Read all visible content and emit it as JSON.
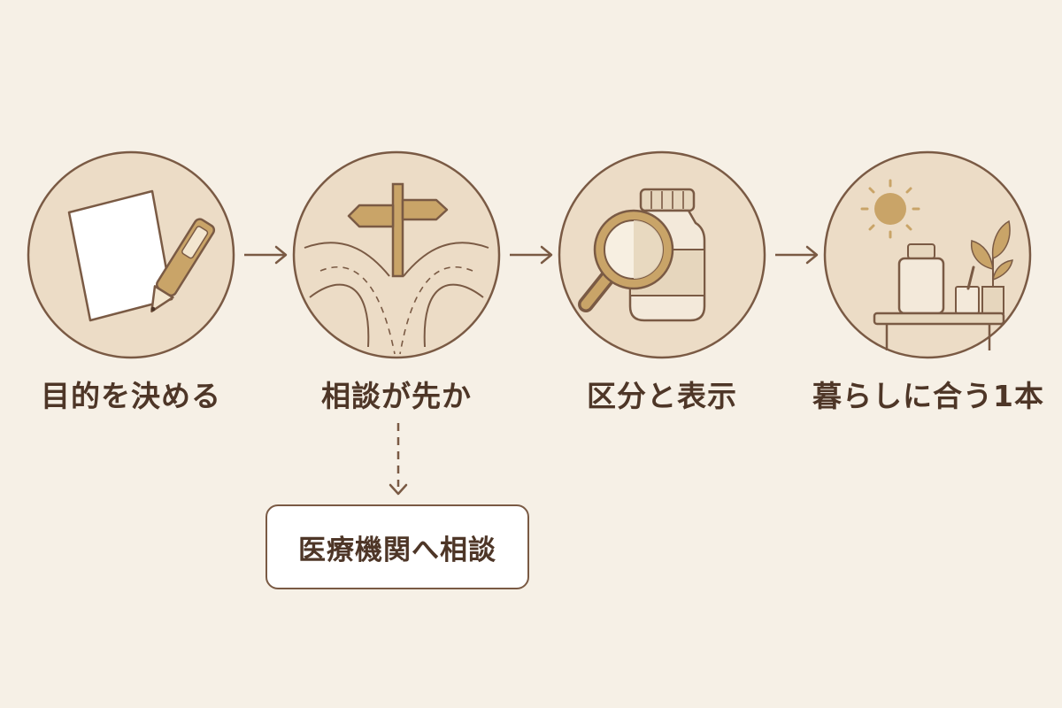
{
  "steps": [
    {
      "label": "目的を決める",
      "icon": "notepad-pen-icon"
    },
    {
      "label": "相談が先か",
      "icon": "signpost-fork-icon"
    },
    {
      "label": "区分と表示",
      "icon": "magnifier-bottle-icon"
    },
    {
      "label": "暮らしに合う1本",
      "icon": "sun-shelf-icon"
    }
  ],
  "branch": {
    "label": "医療機関へ相談"
  },
  "colors": {
    "background": "#f6f0e6",
    "circle_fill": "#ecdcc6",
    "stroke": "#7a5a44",
    "accent": "#c9a468",
    "text": "#4e3627"
  }
}
